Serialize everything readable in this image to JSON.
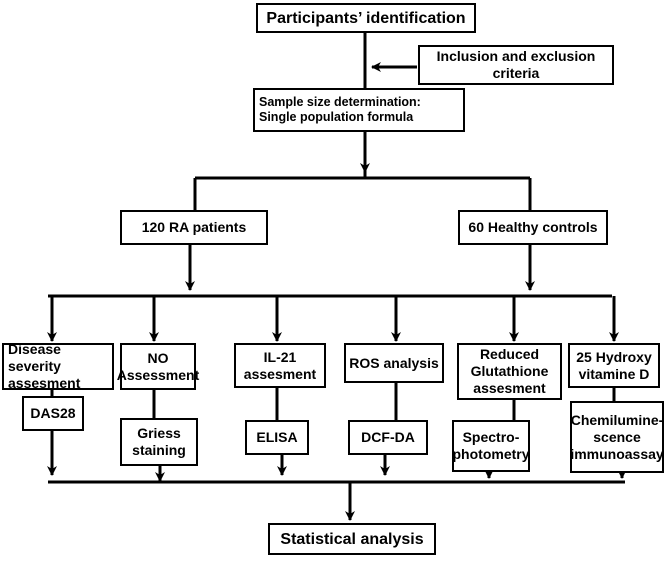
{
  "title_box": "Participants’ identification",
  "criteria_box": "Inclusion and exclusion\ncriteria",
  "sample_box": "Sample size determination:\nSingle population formula",
  "groups": {
    "ra": "120 RA patients",
    "healthy": "60 Healthy controls"
  },
  "assessments": [
    {
      "name": "Disease severity\nassesment",
      "method": "DAS28"
    },
    {
      "name": "NO\nAssessment",
      "method": "Griess\nstaining"
    },
    {
      "name": "IL-21\nassesment",
      "method": "ELISA"
    },
    {
      "name": "ROS analysis",
      "method": "DCF-DA"
    },
    {
      "name": "Reduced\nGlutathione\nassesment",
      "method": "Spectro-\nphotometry"
    },
    {
      "name": "25 Hydroxy\nvitamine D",
      "method": "Chemilumine-\nscence\nimmunoassay"
    }
  ],
  "final_box": "Statistical analysis"
}
